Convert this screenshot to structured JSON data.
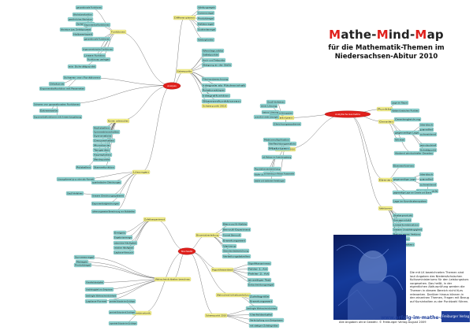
{
  "title": {
    "part1": "M",
    "part2": "athe-",
    "part3": "M",
    "part4": "ind-",
    "part5": "M",
    "part6": "ap"
  },
  "subtitle_line1": "für die Mathematik-Themen im",
  "subtitle_line2": "Niedersachsen-Abitur 2010",
  "url": "www.erfolg-im-mathe-abi.de",
  "credit": "Alle Angaben ohne Gewähr. © Freiburger Verlag August 2009",
  "info": "Die mit LK bezeichneten Themen sind laut Angaben des Niedersächsischen Kultusministeriums für den Leistungskurs vorgesehen. Das heißt, in der eigentlichen Abiturprüfung werden die Themen in diesem Bereich nicht Kurs relevanten. Darüber hinaus können in den einzelnen Themen, Fragen mit Bezug auf Kursinhalten zu der Punktzahl führen.",
  "logo": "Freiburger Verlag",
  "colors": {
    "root": "#e0201c",
    "hub": "#f3ef8e",
    "leaf": "#8fd1cf",
    "line": "#444444"
  },
  "nodes": {
    "root_analysis": "Analysis",
    "root_stochastik": "Stochastik",
    "root_geometrie": "Analytische Geometrie",
    "n": [
      {
        "id": "a1",
        "label": "Differenzieren",
        "type": "hub"
      },
      {
        "id": "a2",
        "label": "Ableitungsregeln",
        "type": "leaf"
      },
      {
        "id": "a3",
        "label": "Summenregel",
        "type": "leaf"
      },
      {
        "id": "a4",
        "label": "Produktregel",
        "type": "leaf"
      },
      {
        "id": "a5",
        "label": "Kettenregel",
        "type": "leaf"
      },
      {
        "id": "a6",
        "label": "Quotientenregel",
        "type": "leaf"
      },
      {
        "id": "a7",
        "label": "Ableitungsfunktion",
        "type": "leaf"
      },
      {
        "id": "a8",
        "label": "Funktionen",
        "type": "hub"
      },
      {
        "id": "a9",
        "label": "ganzrationale Funktionen",
        "type": "leaf"
      },
      {
        "id": "a10",
        "label": "Wachstumsfunktion",
        "type": "leaf"
      },
      {
        "id": "a11",
        "label": "gewöhnliches Wachstum",
        "type": "leaf"
      },
      {
        "id": "a12",
        "label": "Zerfallsfunktion",
        "type": "leaf"
      },
      {
        "id": "a13",
        "label": "Wachstum bzw. Zerfallsprozesse",
        "type": "leaf"
      },
      {
        "id": "a14",
        "label": "Halbwertszeit",
        "type": "leaf"
      },
      {
        "id": "a15",
        "label": "Exponentialfunktionen",
        "type": "leaf"
      },
      {
        "id": "a16",
        "label": "ganzrationale Funktionen",
        "type": "leaf"
      },
      {
        "id": "a17",
        "label": "trigonometrische Funktionen",
        "type": "leaf"
      },
      {
        "id": "a18",
        "label": "Lineare Funktion",
        "type": "leaf"
      },
      {
        "id": "a19",
        "label": "Funktionen zerlegen",
        "type": "leaf"
      },
      {
        "id": "a20",
        "label": "ein Schnittpunkt",
        "type": "leaf"
      },
      {
        "id": "a21",
        "label": "Extrempunkte",
        "type": "hub"
      },
      {
        "id": "a22",
        "label": "Wendepunkte",
        "type": "leaf"
      },
      {
        "id": "a23",
        "label": "Sattelpunkte",
        "type": "leaf"
      },
      {
        "id": "a24",
        "label": "Hoch- und Tiefpunkte",
        "type": "leaf"
      },
      {
        "id": "a25",
        "label": "Steigung an der Stelle",
        "type": "leaf"
      },
      {
        "id": "a26",
        "label": "Flächenberechnung",
        "type": "leaf"
      },
      {
        "id": "a27",
        "label": "Integrale als Flächeninhalt",
        "type": "leaf"
      },
      {
        "id": "a28",
        "label": "Rotationskörper",
        "type": "leaf"
      },
      {
        "id": "a29",
        "label": "Integralfunktion",
        "type": "leaf"
      },
      {
        "id": "a30",
        "label": "Stammfunktionen",
        "type": "leaf"
      },
      {
        "id": "a31",
        "label": "Schwerpunkt 2010",
        "type": "hub"
      },
      {
        "id": "a32",
        "label": "Scharen von Funktionen",
        "type": "leaf"
      },
      {
        "id": "a33",
        "label": "Ortskurve",
        "type": "leaf"
      },
      {
        "id": "a34",
        "label": "Exponentialfunktion mit Parameter",
        "type": "leaf"
      },
      {
        "id": "a35",
        "label": "Scharen von ganzrationalen Funktionen",
        "type": "leaf"
      },
      {
        "id": "a36",
        "label": "Extremwerte",
        "type": "leaf"
      },
      {
        "id": "a37",
        "label": "Exponentialfunktionen mit Anwendungsbezug",
        "type": "leaf"
      },
      {
        "id": "a38",
        "label": "Kurven untersuchen",
        "type": "hub"
      },
      {
        "id": "a39",
        "label": "Nullstellen",
        "type": "leaf"
      },
      {
        "id": "a40",
        "label": "Symmetrieverhalten",
        "type": "leaf"
      },
      {
        "id": "a41",
        "label": "Symmetrie",
        "type": "leaf"
      },
      {
        "id": "a42",
        "label": "Grenzverhalten",
        "type": "leaf"
      },
      {
        "id": "a43",
        "label": "Monotonie",
        "type": "leaf"
      },
      {
        "id": "a44",
        "label": "Tangenten",
        "type": "leaf"
      },
      {
        "id": "a45",
        "label": "Asymptoten",
        "type": "leaf"
      },
      {
        "id": "a46",
        "label": "Wendepunkte",
        "type": "leaf"
      },
      {
        "id": "a47",
        "label": "Polstellen",
        "type": "leaf"
      },
      {
        "id": "a48",
        "label": "Stammfunktion",
        "type": "leaf"
      },
      {
        "id": "a49",
        "label": "Lösungen",
        "type": "hub"
      },
      {
        "id": "a50",
        "label": "Lösungsformel (p-q- oder abc-Formel)",
        "type": "leaf"
      },
      {
        "id": "a51",
        "label": "quadratische Gleichungen",
        "type": "leaf"
      },
      {
        "id": "a52",
        "label": "lineare Gleichungssysteme",
        "type": "leaf"
      },
      {
        "id": "a53",
        "label": "Gauß-Verfahren",
        "type": "leaf"
      },
      {
        "id": "a54",
        "label": "Exponentialgleichungen",
        "type": "leaf"
      },
      {
        "id": "a55",
        "label": "näherungsweise Berechnung von Nullstellen",
        "type": "leaf"
      },
      {
        "id": "s1",
        "label": "Zufallsexperiment",
        "type": "hub"
      },
      {
        "id": "s2",
        "label": "Ereignis",
        "type": "leaf"
      },
      {
        "id": "s3",
        "label": "Ergebnismenge",
        "type": "leaf"
      },
      {
        "id": "s4",
        "label": "absolute Häufigkeit",
        "type": "leaf"
      },
      {
        "id": "s5",
        "label": "relative Häufigkeit",
        "type": "leaf"
      },
      {
        "id": "s6",
        "label": "Laplace-Versuch",
        "type": "leaf"
      },
      {
        "id": "s7",
        "label": "Summenregel",
        "type": "leaf"
      },
      {
        "id": "s8",
        "label": "Pfadregeln",
        "type": "leaf"
      },
      {
        "id": "s9",
        "label": "Produktregel",
        "type": "leaf"
      },
      {
        "id": "s10",
        "label": "Wahrscheinlichkeiten berechnen",
        "type": "hub"
      },
      {
        "id": "s11",
        "label": "Vierfeldertafel",
        "type": "leaf"
      },
      {
        "id": "s12",
        "label": "Unabhängigkeit von Ereignissen",
        "type": "leaf"
      },
      {
        "id": "s13",
        "label": "bedingte Wahrscheinlichkeit",
        "type": "leaf"
      },
      {
        "id": "s14",
        "label": "Laplace-Formel",
        "type": "leaf"
      },
      {
        "id": "s15",
        "label": "Kombinatorik",
        "type": "hub"
      },
      {
        "id": "s16",
        "label": "geordnete Stichprobe ohne Zurücklegen",
        "type": "leaf"
      },
      {
        "id": "s17",
        "label": "geordnete Stichprobe mit Zurücklegen",
        "type": "leaf"
      },
      {
        "id": "s18",
        "label": "ungeordnete Stichprobe ohne Zurücklegen",
        "type": "leaf"
      },
      {
        "id": "s19",
        "label": "Binomialverteilung",
        "type": "hub"
      },
      {
        "id": "s20",
        "label": "Bernoulli-Kette",
        "type": "leaf"
      },
      {
        "id": "s21",
        "label": "Bernoulli-Experiment",
        "type": "leaf"
      },
      {
        "id": "s22",
        "label": "Formel Bernoulli",
        "type": "leaf"
      },
      {
        "id": "s23",
        "label": "Erwartungswert",
        "type": "leaf"
      },
      {
        "id": "s24",
        "label": "Varianz",
        "type": "leaf"
      },
      {
        "id": "s25",
        "label": "Standardabweichung",
        "type": "leaf"
      },
      {
        "id": "s26",
        "label": "Verteilungstabellen",
        "type": "leaf"
      },
      {
        "id": "s27",
        "label": "Hypothesentest",
        "type": "hub"
      },
      {
        "id": "s28",
        "label": "Signifikanzniveau",
        "type": "leaf"
      },
      {
        "id": "s29",
        "label": "Fehler 1. Art",
        "type": "leaf"
      },
      {
        "id": "s30",
        "label": "Fehler 2. Art",
        "type": "leaf"
      },
      {
        "id": "s31",
        "label": "einseitiger Test",
        "type": "leaf"
      },
      {
        "id": "s32",
        "label": "Entscheidungsregel",
        "type": "leaf"
      },
      {
        "id": "s33",
        "label": "Wahrscheinlichkeitsverteilung",
        "type": "hub"
      },
      {
        "id": "s34",
        "label": "Zufallsgröße",
        "type": "leaf"
      },
      {
        "id": "s35",
        "label": "Erwartungswert",
        "type": "leaf"
      },
      {
        "id": "s36",
        "label": "Standardabweichung",
        "type": "leaf"
      },
      {
        "id": "s37",
        "label": "Schwerpunkt 2010",
        "type": "hub"
      },
      {
        "id": "s38",
        "label": "bedingte Wahrscheinlichkeit",
        "type": "leaf"
      },
      {
        "id": "s39",
        "label": "Vierfeldertafel",
        "type": "leaf"
      },
      {
        "id": "s40",
        "label": "Verknüpfung von Ereignissen",
        "type": "leaf"
      },
      {
        "id": "s41",
        "label": "mit stetigen Zufallsgrößen",
        "type": "leaf"
      },
      {
        "id": "g1",
        "label": "Matrizen",
        "type": "hub"
      },
      {
        "id": "g2",
        "label": "Gauß-Verfahren",
        "type": "leaf"
      },
      {
        "id": "g3",
        "label": "Lösbarkeit linearer Gleichungssysteme",
        "type": "leaf"
      },
      {
        "id": "g4",
        "label": "eine Lösung",
        "type": "leaf"
      },
      {
        "id": "g5",
        "label": "keine Lösung",
        "type": "leaf"
      },
      {
        "id": "g6",
        "label": "unendlich viele Lösungen",
        "type": "leaf"
      },
      {
        "id": "g7",
        "label": "Gleichungssysteme",
        "type": "leaf"
      },
      {
        "id": "g8",
        "label": "Schwerpunkt 2010",
        "type": "hub"
      },
      {
        "id": "g9",
        "label": "Matrixmultiplikation",
        "type": "leaf"
      },
      {
        "id": "g10",
        "label": "Verflechtungsmatrix",
        "type": "leaf"
      },
      {
        "id": "g11",
        "label": "Matrizen",
        "type": "leaf"
      },
      {
        "id": "g12",
        "label": "mit Matrizen im Anwendungsbezug",
        "type": "leaf"
      },
      {
        "id": "g13",
        "label": "Populationsentwicklung",
        "type": "leaf"
      },
      {
        "id": "g14",
        "label": "Käufer- und Verkäuferverhalten",
        "type": "leaf"
      },
      {
        "id": "g15",
        "label": "stabile und stationäre Verteilungen",
        "type": "leaf"
      },
      {
        "id": "g16",
        "label": "als Anwendung von Matrizen: Prozessmodelle",
        "type": "leaf"
      },
      {
        "id": "g17",
        "label": "Punkte",
        "type": "hub"
      },
      {
        "id": "g18",
        "label": "Lage im Raum",
        "type": "leaf"
      },
      {
        "id": "g19",
        "label": "Abstand zwischen Punkten",
        "type": "leaf"
      },
      {
        "id": "g20",
        "label": "Geraden",
        "type": "hub"
      },
      {
        "id": "g21",
        "label": "Geradengleichung",
        "type": "leaf"
      },
      {
        "id": "g22",
        "label": "gegenseitige Lage",
        "type": "leaf"
      },
      {
        "id": "g23",
        "label": "identisch",
        "type": "leaf"
      },
      {
        "id": "g24",
        "label": "parallel",
        "type": "leaf"
      },
      {
        "id": "g25",
        "label": "schneidend",
        "type": "leaf"
      },
      {
        "id": "g26",
        "label": "windschief",
        "type": "leaf"
      },
      {
        "id": "g27",
        "label": "Schnittpunkt",
        "type": "leaf"
      },
      {
        "id": "g28",
        "label": "Winkel",
        "type": "leaf"
      },
      {
        "id": "g29",
        "label": "Abstand windschiefer Geraden",
        "type": "leaf"
      },
      {
        "id": "g30",
        "label": "Ebenen",
        "type": "hub"
      },
      {
        "id": "g31",
        "label": "Ebenenformen",
        "type": "leaf"
      },
      {
        "id": "g32",
        "label": "gegenseitige Lage",
        "type": "leaf"
      },
      {
        "id": "g33",
        "label": "identisch",
        "type": "leaf"
      },
      {
        "id": "g34",
        "label": "parallel",
        "type": "leaf"
      },
      {
        "id": "g35",
        "label": "schneidend",
        "type": "leaf"
      },
      {
        "id": "g36",
        "label": "Schnittgerade",
        "type": "leaf"
      },
      {
        "id": "g37",
        "label": "gegenseitige Lage von Gerade und Ebene",
        "type": "leaf"
      },
      {
        "id": "g38",
        "label": "Lage im Koordinatensystem",
        "type": "leaf"
      },
      {
        "id": "g39",
        "label": "Vektoren",
        "type": "hub"
      },
      {
        "id": "g40",
        "label": "Skalarprodukt",
        "type": "leaf"
      },
      {
        "id": "g41",
        "label": "Kreuzprodukt",
        "type": "leaf"
      },
      {
        "id": "g42",
        "label": "Linearkombination",
        "type": "leaf"
      },
      {
        "id": "g43",
        "label": "lineare Unabhängigkeit",
        "type": "leaf"
      },
      {
        "id": "g44",
        "label": "Betrag eines Vektors",
        "type": "leaf"
      },
      {
        "id": "g45",
        "label": "Ortsvektor",
        "type": "leaf"
      },
      {
        "id": "g46",
        "label": "mit Schatten",
        "type": "leaf"
      }
    ]
  }
}
